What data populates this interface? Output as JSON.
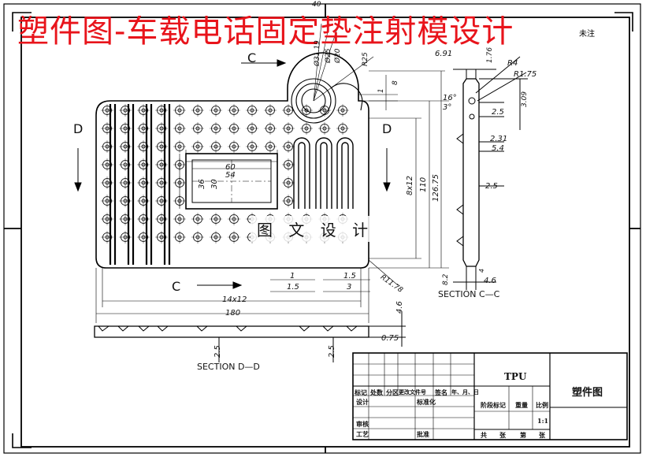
{
  "overlay_title": "塑件图-车载电话固定垫注射模设计",
  "corner_note": "未注",
  "watermark": "图 文 设 计",
  "section_markers": {
    "c": "C",
    "d": "D"
  },
  "section_labels": {
    "cc": "SECTION C—C",
    "dd": "SECTION D—D"
  },
  "dims": {
    "d40": "40",
    "phi31": "Ø31.19",
    "phi25": "Ø25",
    "phi20": "Ø20",
    "r25": "R25",
    "one_top": "1",
    "eight": "8",
    "w60": "60",
    "w54": "54",
    "h36": "36",
    "h30": "30",
    "v8x12": "8x12",
    "v110": "110",
    "v126": "126.75",
    "r1178": "R11.78",
    "one_bottom": "1",
    "one5a": "1.5",
    "one5b": "1.5",
    "three": "3",
    "h14x12": "14x12",
    "w180": "180",
    "v46": "4.6",
    "v25a": "2.5",
    "v25b": "2.5",
    "v075": "0.75",
    "c691": "6.91",
    "c176": "1.76",
    "cR4": "R4",
    "cR175": "R1.75",
    "c16": "16°",
    "c3deg": "3°",
    "c309": "3.09",
    "c25": "2.5",
    "c231": "2.31",
    "c54": "5.4",
    "c25b": "2.5",
    "c82": "8.2",
    "c46": "4.6",
    "c4": "4"
  },
  "title_block": {
    "material": "TPU",
    "drawing_name": "塑件图",
    "headers": [
      "标记",
      "处数",
      "分区",
      "更改文件号",
      "签名",
      "年、月、日"
    ],
    "design": "设计",
    "standardize": "标准化",
    "stage_mark": "阶段标记",
    "weight": "重量",
    "scale": "比例",
    "scale_value": "1:1",
    "review": "审核",
    "process": "工艺",
    "approve": "批准",
    "total": "共",
    "sheets": "张",
    "page": "第",
    "sheet2": "张"
  }
}
